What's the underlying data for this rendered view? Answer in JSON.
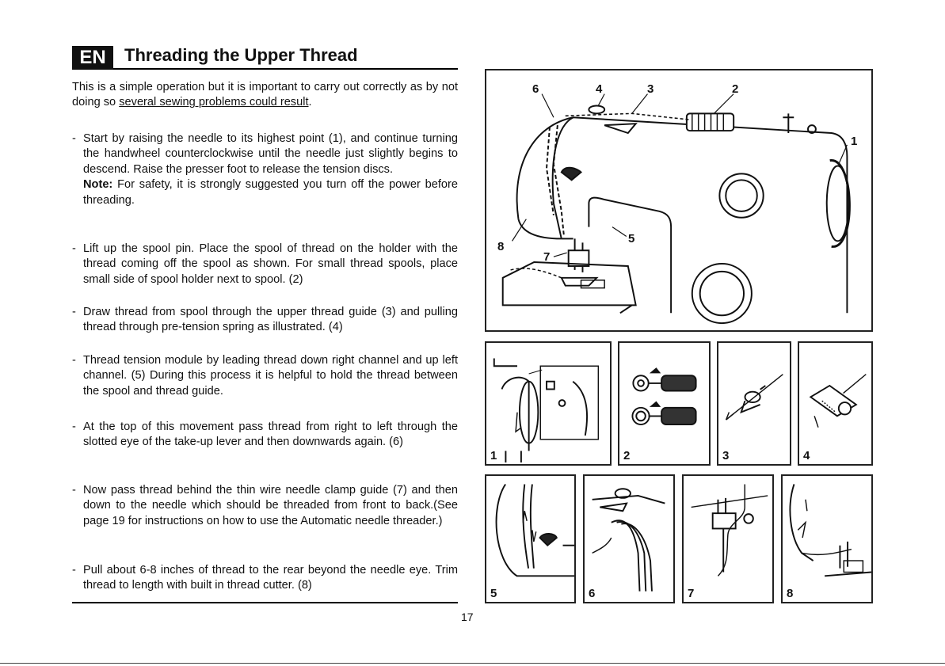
{
  "header": {
    "lang_code": "EN",
    "title": "Threading the Upper Thread"
  },
  "intro": {
    "text_before": "This is a simple operation but it is important to carry out correctly as by not doing so ",
    "underlined": "several sewing problems could result",
    "text_after": "."
  },
  "steps": [
    {
      "text": "Start by raising the needle to its highest point (1), and continue turning the handwheel counterclockwise until the needle just slightly begins to descend. Raise the presser foot to release the tension discs.",
      "note_label": "Note:",
      "note_text": " For safety, it is strongly suggested you turn off the power before threading."
    },
    {
      "text": "Lift up the spool pin. Place the spool of thread on the holder with the thread coming off the spool as shown. For small thread spools, place small side of spool holder next to spool. (2)"
    },
    {
      "text": "Draw thread from spool through the upper thread guide (3) and pulling thread through pre-tension spring as illustrated. (4)"
    },
    {
      "text": "Thread tension module by leading thread down right channel and up left channel. (5) During this process it is helpful to hold the thread between the spool and thread guide."
    },
    {
      "text": "At the top of this movement pass thread from right to left through the slotted eye of the take-up lever and then downwards again. (6)"
    },
    {
      "text": "Now pass thread behind the thin wire needle clamp guide (7) and then down to the needle which should be threaded from front to back.(See page 19 for instructions on how to use the Automatic needle threader.)"
    },
    {
      "text": "Pull about 6-8 inches of thread to the rear beyond the needle eye. Trim thread to length with built in thread cutter. (8)"
    }
  ],
  "step_dash": "-",
  "page_number": "17",
  "main_figure": {
    "callouts": [
      "6",
      "4",
      "3",
      "2",
      "1",
      "5",
      "7",
      "8"
    ]
  },
  "detail_figures": [
    "1",
    "2",
    "3",
    "4",
    "5",
    "6",
    "7",
    "8"
  ]
}
